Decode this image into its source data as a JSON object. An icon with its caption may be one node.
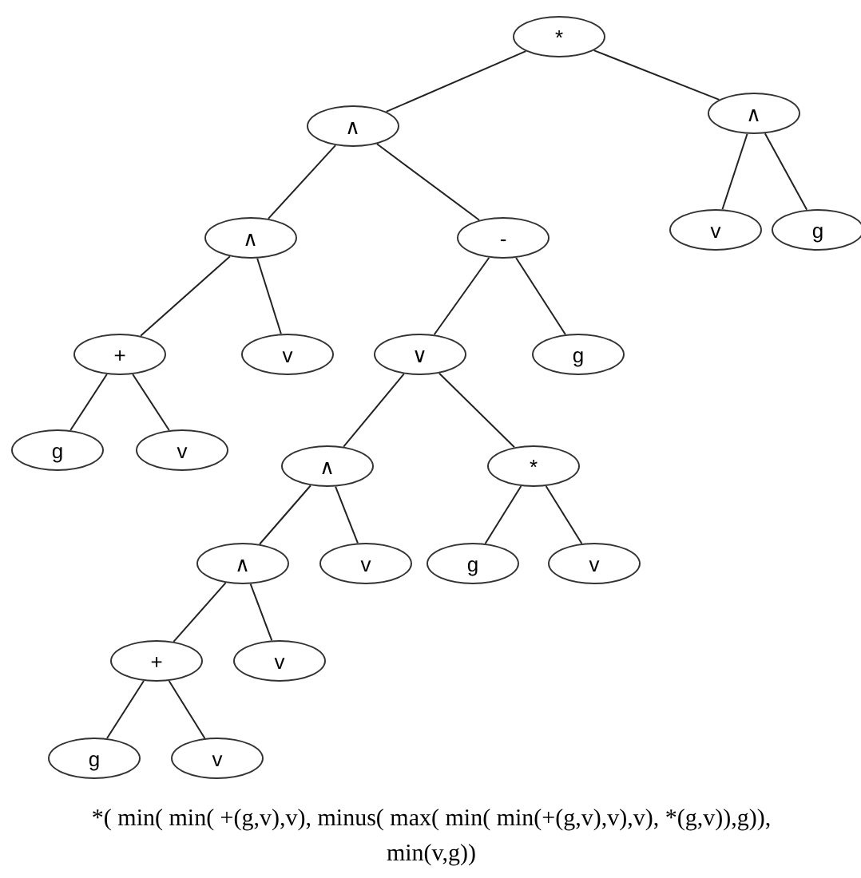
{
  "diagram": {
    "caption": "*( min( min( +(g,v),v), minus( max( min( min(+(g,v),v),v), *(g,v)),g)), min(v,g))",
    "nodes": [
      {
        "text": [
          "*"
        ]
      },
      {
        "text": [
          "∧"
        ]
      },
      {
        "text": [
          "∧"
        ]
      },
      {
        "text": [
          "∧"
        ]
      },
      {
        "text": [
          "-"
        ]
      },
      {
        "text": [
          "v"
        ]
      },
      {
        "text": [
          "g"
        ]
      },
      {
        "text": [
          "+"
        ]
      },
      {
        "text": [
          "v"
        ]
      },
      {
        "text": [
          "∨"
        ]
      },
      {
        "text": [
          "g"
        ]
      },
      {
        "text": [
          "g"
        ]
      },
      {
        "text": [
          "v"
        ]
      },
      {
        "text": [
          "∧"
        ]
      },
      {
        "text": [
          "*"
        ]
      },
      {
        "text": [
          "∧"
        ]
      },
      {
        "text": [
          "v"
        ]
      },
      {
        "text": [
          "g"
        ]
      },
      {
        "text": [
          "v"
        ]
      },
      {
        "text": [
          "+"
        ]
      },
      {
        "text": [
          "v"
        ]
      },
      {
        "text": [
          "g"
        ]
      },
      {
        "text": [
          "v"
        ]
      }
    ],
    "edges": [
      {
        "from": 0,
        "to": 1,
        "arrow": "none"
      },
      {
        "from": 0,
        "to": 2,
        "arrow": "none"
      },
      {
        "from": 1,
        "to": 3,
        "arrow": "none"
      },
      {
        "from": 1,
        "to": 4,
        "arrow": "none"
      },
      {
        "from": 2,
        "to": 5,
        "arrow": "none"
      },
      {
        "from": 2,
        "to": 6,
        "arrow": "none"
      },
      {
        "from": 3,
        "to": 7,
        "arrow": "none"
      },
      {
        "from": 3,
        "to": 8,
        "arrow": "none"
      },
      {
        "from": 4,
        "to": 9,
        "arrow": "none"
      },
      {
        "from": 4,
        "to": 10,
        "arrow": "none"
      },
      {
        "from": 7,
        "to": 11,
        "arrow": "none"
      },
      {
        "from": 7,
        "to": 12,
        "arrow": "none"
      },
      {
        "from": 9,
        "to": 13,
        "arrow": "none"
      },
      {
        "from": 9,
        "to": 14,
        "arrow": "none"
      },
      {
        "from": 13,
        "to": 15,
        "arrow": "none"
      },
      {
        "from": 13,
        "to": 16,
        "arrow": "none"
      },
      {
        "from": 14,
        "to": 17,
        "arrow": "none"
      },
      {
        "from": 14,
        "to": 18,
        "arrow": "none"
      },
      {
        "from": 15,
        "to": 19,
        "arrow": "none"
      },
      {
        "from": 15,
        "to": 20,
        "arrow": "none"
      },
      {
        "from": 19,
        "to": 21,
        "arrow": "none"
      },
      {
        "from": 19,
        "to": 22,
        "arrow": "none"
      }
    ]
  }
}
